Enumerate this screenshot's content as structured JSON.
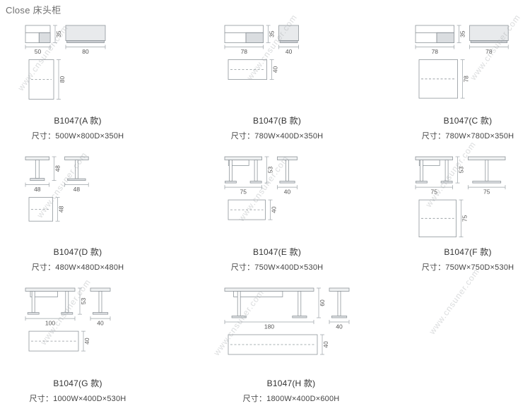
{
  "page": {
    "title": "Close 床头柜"
  },
  "watermark": {
    "text": "www.cnsuner.com"
  },
  "products": [
    {
      "key": "A",
      "name": "B1047(A 款)",
      "size": "尺寸：500W×800D×350H",
      "type": "cabinet",
      "front_w": 50,
      "front_h": 35,
      "side_w": 80,
      "top_d": 80
    },
    {
      "key": "B",
      "name": "B1047(B 款)",
      "size": "尺寸：780W×400D×350H",
      "type": "cabinet",
      "front_w": 78,
      "front_h": 35,
      "side_w": 40,
      "top_d": 40
    },
    {
      "key": "C",
      "name": "B1047(C 款)",
      "size": "尺寸：780W×780D×350H",
      "type": "cabinet",
      "front_w": 78,
      "front_h": 35,
      "side_w": 78,
      "top_d": 78
    },
    {
      "key": "D",
      "name": "B1047(D 款)",
      "size": "尺寸：480W×480D×480H",
      "type": "pedestal",
      "front_w": 48,
      "front_h": 48,
      "side_w": 48,
      "top_d": 48
    },
    {
      "key": "E",
      "name": "B1047(E 款)",
      "size": "尺寸：750W×400D×530H",
      "type": "console",
      "front_w": 75,
      "front_h": 53,
      "side_w": 40,
      "top_d": 40
    },
    {
      "key": "F",
      "name": "B1047(F 款)",
      "size": "尺寸：750W×750D×530H",
      "type": "console",
      "front_w": 75,
      "front_h": 53,
      "side_w": 75,
      "top_d": 75
    },
    {
      "key": "G",
      "name": "B1047(G 款)",
      "size": "尺寸：1000W×400D×530H",
      "type": "console",
      "front_w": 100,
      "front_h": 53,
      "side_w": 40,
      "top_d": 40
    },
    {
      "key": "H",
      "name": "B1047(H 款)",
      "size": "尺寸：1800W×400D×600H",
      "type": "console",
      "front_w": 180,
      "front_h": 60,
      "side_w": 40,
      "top_d": 40
    }
  ]
}
